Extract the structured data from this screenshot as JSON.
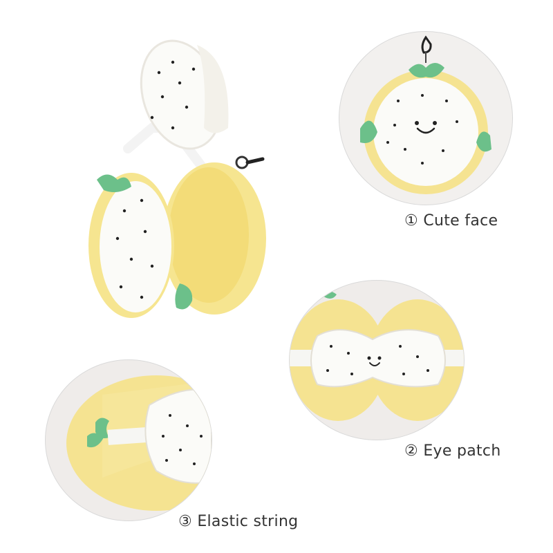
{
  "captions": {
    "one": "① Cute face",
    "two": "② Eye patch",
    "three": "③ Elastic string"
  },
  "colors": {
    "yellow": "#f7e79a",
    "cream": "#faf8f2",
    "green": "#6cc08a",
    "seed": "#1f1f1f"
  }
}
